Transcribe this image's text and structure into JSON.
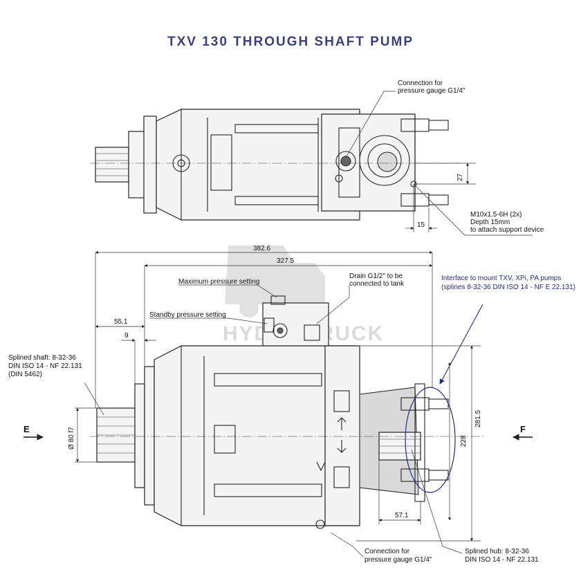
{
  "title": "TXV 130 THROUGH SHAFT PUMP",
  "watermark": "HYDROTRUCK",
  "top_view": {
    "labels": {
      "gauge_connection": [
        "Connection for",
        "pressure gauge G1/4\""
      ],
      "support_thread": [
        "M10x1.5-6H (2x)",
        "Depth 15mm",
        "to attach support device"
      ]
    },
    "dimensions": {
      "offset_27": "27",
      "offset_15": "15"
    }
  },
  "side_view": {
    "labels": {
      "max_pressure": "Maximum pressure setting",
      "standby_pressure": "Standby pressure setting",
      "drain": [
        "Drain G1/2\" to be",
        "connected to tank"
      ],
      "interface": [
        "Interface to mount TXV, XPi, PA pumps",
        "(splines 8-32-36 DIN ISO 14 - NF E 22.131)"
      ],
      "splined_shaft": [
        "Splined shaft: 8-32-36",
        "DIN ISO 14 - NF 22.131",
        "(DIN 5462)"
      ],
      "gauge_connection": [
        "Connection for",
        "pressure gauge G1/4\""
      ],
      "splined_hub": [
        "Splined hub: 8-32-36",
        "DIN ISO 14 - NF 22.131"
      ]
    },
    "dimensions": {
      "overall_length": "382.6",
      "body_length": "327.5",
      "flange_offset": "55.1",
      "flange_thickness": "9",
      "shaft_diameter": "Ø 80 f7",
      "height": "281.5",
      "interface_height": "228",
      "hub_depth": "57.1"
    },
    "views": {
      "left": "E",
      "right": "F"
    }
  }
}
